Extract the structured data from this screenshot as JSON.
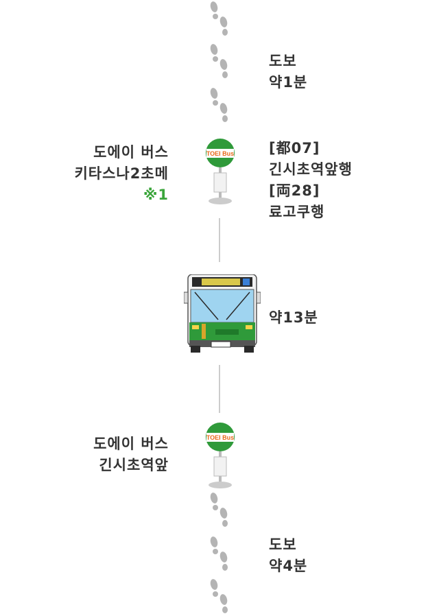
{
  "walk1": {
    "line1": "도보",
    "line2": "약1분"
  },
  "stop1": {
    "line1": "도에이 버스",
    "line2": "키타스나2초메",
    "note": "※1",
    "sign_text": "TOEI Bus",
    "routes": [
      "[都07]",
      "긴시초역앞행",
      "[両28]",
      "료고쿠행"
    ]
  },
  "ride": {
    "duration": "약13분"
  },
  "stop2": {
    "line1": "도에이 버스",
    "line2": "긴시초역앞",
    "sign_text": "TOEI Bus"
  },
  "walk2": {
    "line1": "도보",
    "line2": "약4분"
  },
  "colors": {
    "footprint": "#b4b4b4",
    "bus_green": "#2f9a3a",
    "sign_orange": "#e86a1a",
    "note_green": "#3aa53a"
  }
}
